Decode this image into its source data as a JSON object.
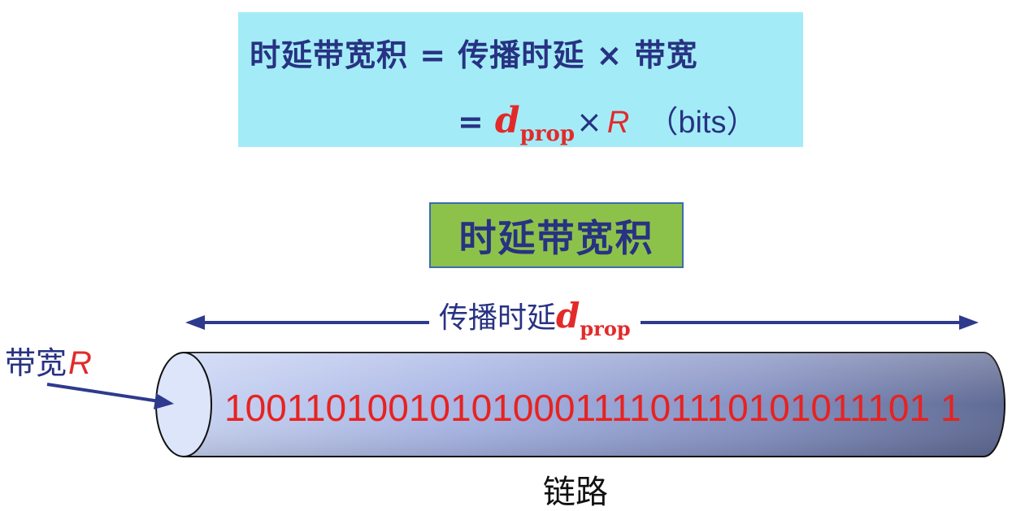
{
  "formula": {
    "line1": "时延带宽积 = 传播时延 × 带宽",
    "line2_eq": "=",
    "d_symbol": "d",
    "d_subscript": "prop",
    "times": "×",
    "r_symbol": "R",
    "unit": "（bits）"
  },
  "title": "时延带宽积",
  "propagation": {
    "label": "传播时延",
    "d_symbol": "d",
    "d_subscript": "prop"
  },
  "bandwidth": {
    "label": "带宽",
    "r_symbol": "R"
  },
  "link": {
    "bits": "10011010010101000111101110101011101 1",
    "label": "链路"
  },
  "colors": {
    "formula_bg": "#a3ecf7",
    "title_bg": "#8dc24a",
    "navy_text": "#283282",
    "red_accent": "#e32a2a"
  }
}
